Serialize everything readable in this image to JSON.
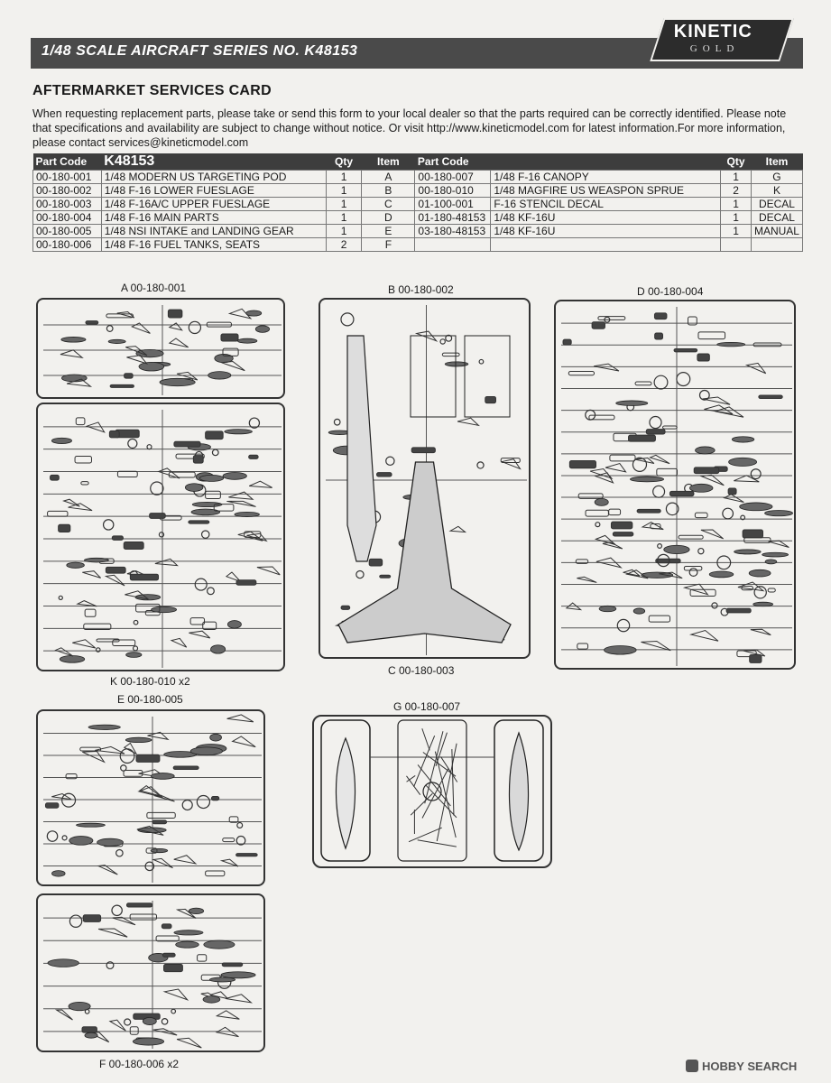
{
  "header": {
    "series_title": "1/48 SCALE  AIRCRAFT  SERIES NO. K48153"
  },
  "logo": {
    "top": "KINETIC",
    "bottom": "GOLD"
  },
  "card": {
    "title": "AFTERMARKET SERVICES CARD",
    "intro": "When requesting replacement parts, please take or send  this form to your local dealer so that the parts required can be correctly identified. Please note that specifications and availability are subject to change without notice. Or visit http://www.kineticmodel.com for latest information.For more information, please contact services@kineticmodel.com"
  },
  "table": {
    "headers": {
      "part_code": "Part Code",
      "kit_no": "K48153",
      "qty": "Qty",
      "item": "Item",
      "part_code_2": "Part Code",
      "qty_2": "Qty",
      "item_2": "Item"
    },
    "rows": [
      {
        "code": "00-180-001",
        "desc": "1/48 MODERN US TARGETING POD",
        "qty": "1",
        "item": "A",
        "code2": "00-180-007",
        "desc2": "1/48 F-16 CANOPY",
        "qty2": "1",
        "item2": "G"
      },
      {
        "code": "00-180-002",
        "desc": "1/48 F-16 LOWER FUESLAGE",
        "qty": "1",
        "item": "B",
        "code2": "00-180-010",
        "desc2": "1/48 MAGFIRE US WEASPON SPRUE",
        "qty2": "2",
        "item2": "K"
      },
      {
        "code": "00-180-003",
        "desc": "1/48 F-16A/C UPPER FUESLAGE",
        "qty": "1",
        "item": "C",
        "code2": "01-100-001",
        "desc2": "F-16 STENCIL DECAL",
        "qty2": "1",
        "item2": "DECAL"
      },
      {
        "code": "00-180-004",
        "desc": "1/48 F-16 MAIN PARTS",
        "qty": "1",
        "item": "D",
        "code2": "01-180-48153",
        "desc2": "1/48 KF-16U",
        "qty2": "1",
        "item2": "DECAL"
      },
      {
        "code": "00-180-005",
        "desc": "1/48 NSI INTAKE and LANDING GEAR",
        "qty": "1",
        "item": "E",
        "code2": "03-180-48153",
        "desc2": "1/48 KF-16U",
        "qty2": "1",
        "item2": "MANUAL"
      },
      {
        "code": "00-180-006",
        "desc": "1/48 F-16 FUEL TANKS, SEATS",
        "qty": "2",
        "item": "F",
        "code2": "",
        "desc2": "",
        "qty2": "",
        "item2": ""
      }
    ]
  },
  "sprues": {
    "a": "A 00-180-001",
    "b": "B 00-180-002",
    "c": "C 00-180-003",
    "d": "D 00-180-004",
    "e": "E 00-180-005",
    "f": "F  00-180-006 x2",
    "g": "G 00-180-007",
    "k": "K 00-180-010 x2"
  },
  "watermark": {
    "text": "HOBBY SEARCH"
  }
}
